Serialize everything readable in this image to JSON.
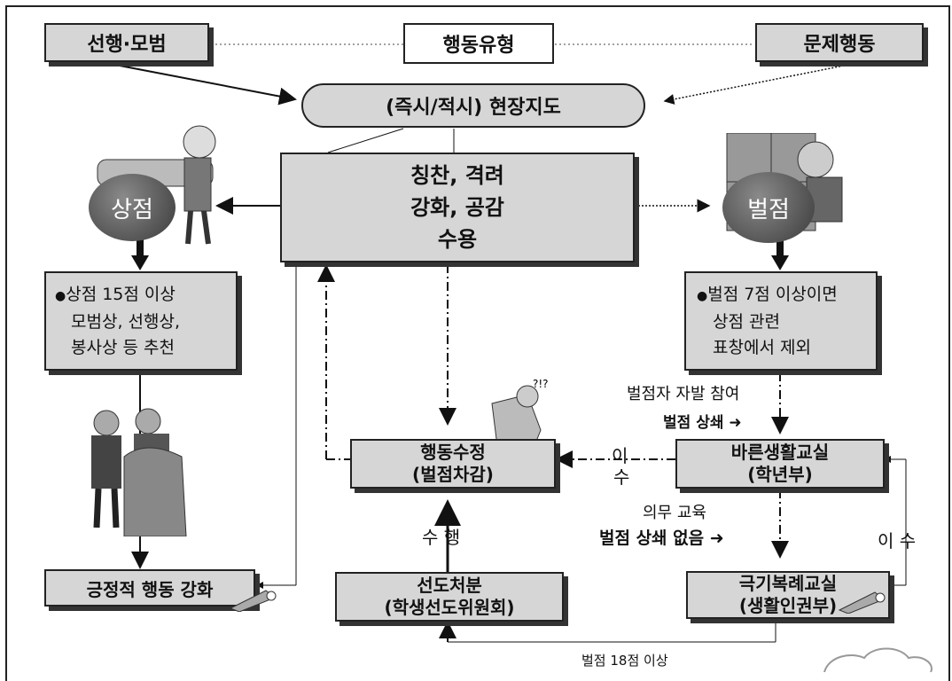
{
  "top": {
    "left": "선행·모범",
    "center": "행동유형",
    "right": "문제행동"
  },
  "guidance": "(즉시/적시) 현장지도",
  "center_box": [
    "칭찬, 격려",
    "강화, 공감",
    "수용"
  ],
  "merit": {
    "badge": "상점",
    "box_lines": [
      "상점 15점 이상",
      "모범상, 선행상,",
      "봉사상 등 추천"
    ]
  },
  "demerit": {
    "badge": "벌점",
    "box_lines": [
      "벌점 7점 이상이면",
      "상점 관련",
      "표창에서 제외"
    ]
  },
  "labels": {
    "voluntary": "벌점자 자발 참여",
    "cancel": "벌점 상쇄 ➜",
    "no_cancel": "벌점 상쇄 없음 ➜",
    "mandatory": "의무 교육",
    "complete1": "이",
    "complete2": "수",
    "perform": "수 행",
    "complete_right": "이 수",
    "over18": "벌점 18점 이상"
  },
  "boxes": {
    "correction": [
      "행동수정",
      "(벌점차감)"
    ],
    "right_life": [
      "바른생활교실",
      "(학년부)"
    ],
    "positive": "긍정적 행동 강화",
    "guidance_disp": [
      "선도처분",
      "(학생선도위원회)"
    ],
    "self_control": [
      "극기복례교실",
      "(생활인권부)"
    ]
  },
  "bullet": "●"
}
